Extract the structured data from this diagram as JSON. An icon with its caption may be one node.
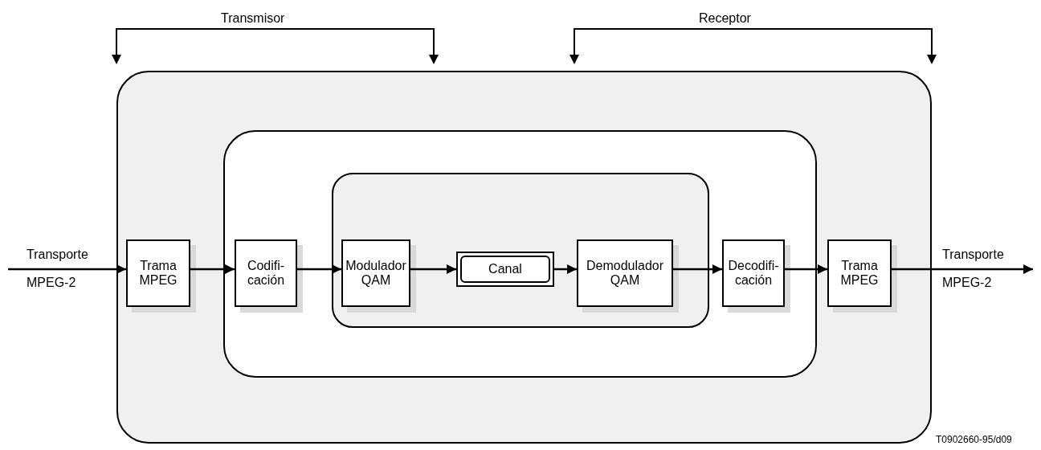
{
  "diagram": {
    "nodes": [
      {
        "text": [],
        "shape": "box"
      },
      {
        "text": [],
        "shape": "box",
        "in": 0
      },
      {
        "text": [],
        "shape": "box",
        "in": 1
      },
      {
        "text": [
          "Trama MPEG"
        ],
        "in": 0
      },
      {
        "text": [
          "Codifi- cación"
        ],
        "in": 1
      },
      {
        "text": [
          "Modulador QAM"
        ],
        "in": 2
      },
      {
        "text": [
          "Canal"
        ],
        "in": 2
      },
      {
        "text": [
          "Demodulador QAM"
        ],
        "in": 2
      },
      {
        "text": [
          "Decodifi- cación"
        ],
        "in": 1
      },
      {
        "text": [
          "Trama MPEG"
        ],
        "in": 0
      }
    ],
    "edges": [
      {
        "from": null,
        "to": 3,
        "arrow": "to"
      },
      {
        "from": 3,
        "to": 4,
        "arrow": "to"
      },
      {
        "from": 4,
        "to": 5,
        "arrow": "to"
      },
      {
        "from": 5,
        "to": 6,
        "arrow": "to"
      },
      {
        "from": 6,
        "to": 7,
        "arrow": "to"
      },
      {
        "from": 7,
        "to": 8,
        "arrow": "to"
      },
      {
        "from": 8,
        "to": 9,
        "arrow": "to"
      },
      {
        "from": 9,
        "to": null,
        "arrow": "to"
      }
    ],
    "labels": [
      "Transmisor",
      "Receptor",
      "Transporte",
      "MPEG-2",
      "Transporte",
      "MPEG-2",
      "T0902660-95/d09"
    ]
  }
}
